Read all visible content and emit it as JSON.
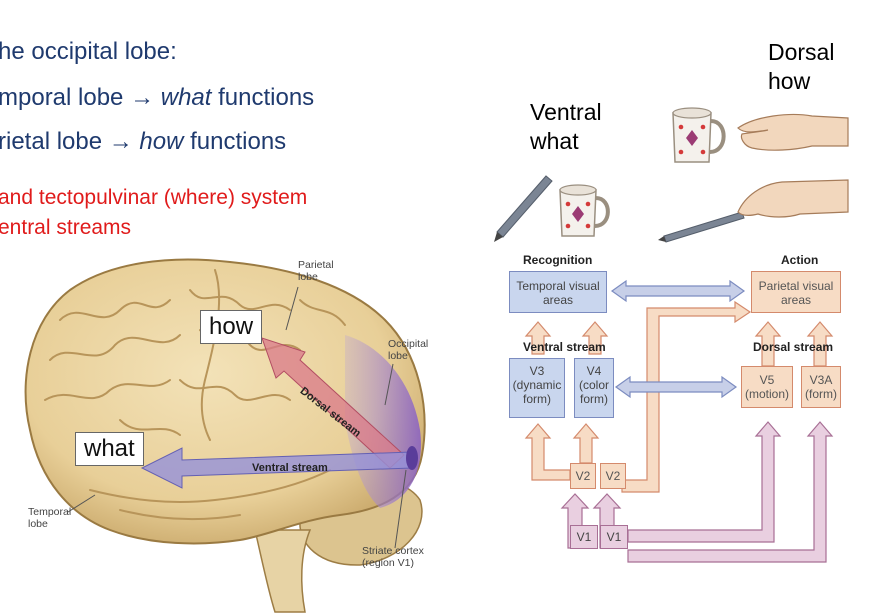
{
  "bullets": {
    "line1": "he occipital lobe:",
    "line2_pre": "mporal lobe → ",
    "line2_em": "what",
    "line2_post": " functions",
    "line3_pre": "rietal lobe → ",
    "line3_em": "how",
    "line3_post": " functions"
  },
  "red_text": {
    "line1": "and tectopulvinar (where) system",
    "line2": "entral streams"
  },
  "brain": {
    "parietal_label": [
      "Parietal",
      "lobe"
    ],
    "occipital_label": [
      "Occipital",
      "lobe"
    ],
    "temporal_label": [
      "Temporal",
      "lobe"
    ],
    "striate_label": [
      "Striate cortex",
      "(region V1)"
    ],
    "dorsal_stream": "Dorsal stream",
    "ventral_stream": "Ventral stream",
    "how_box": "how",
    "what_box": "what"
  },
  "right": {
    "dorsal_heading": [
      "Dorsal",
      "how"
    ],
    "ventral_heading": [
      "Ventral",
      "what"
    ],
    "recognition": "Recognition",
    "action": "Action",
    "temporal_areas": [
      "Temporal visual",
      "areas"
    ],
    "parietal_areas": [
      "Parietal visual",
      "areas"
    ],
    "ventral_stream": "Ventral stream",
    "dorsal_stream": "Dorsal stream",
    "v3": [
      "V3",
      "(dynamic",
      "form)"
    ],
    "v4": [
      "V4",
      "(color",
      "form)"
    ],
    "v5": [
      "V5",
      "(motion)"
    ],
    "v3a": [
      "V3A",
      "(form)"
    ],
    "v2": "V2",
    "v1": "V1"
  },
  "colors": {
    "bullet_text": "#1f3a6e",
    "red_text": "#e01b1b",
    "ventral_blue": "#c9d6ee",
    "dorsal_orange": "#f7dcc5",
    "v1_purple": "#e9cfe0"
  }
}
